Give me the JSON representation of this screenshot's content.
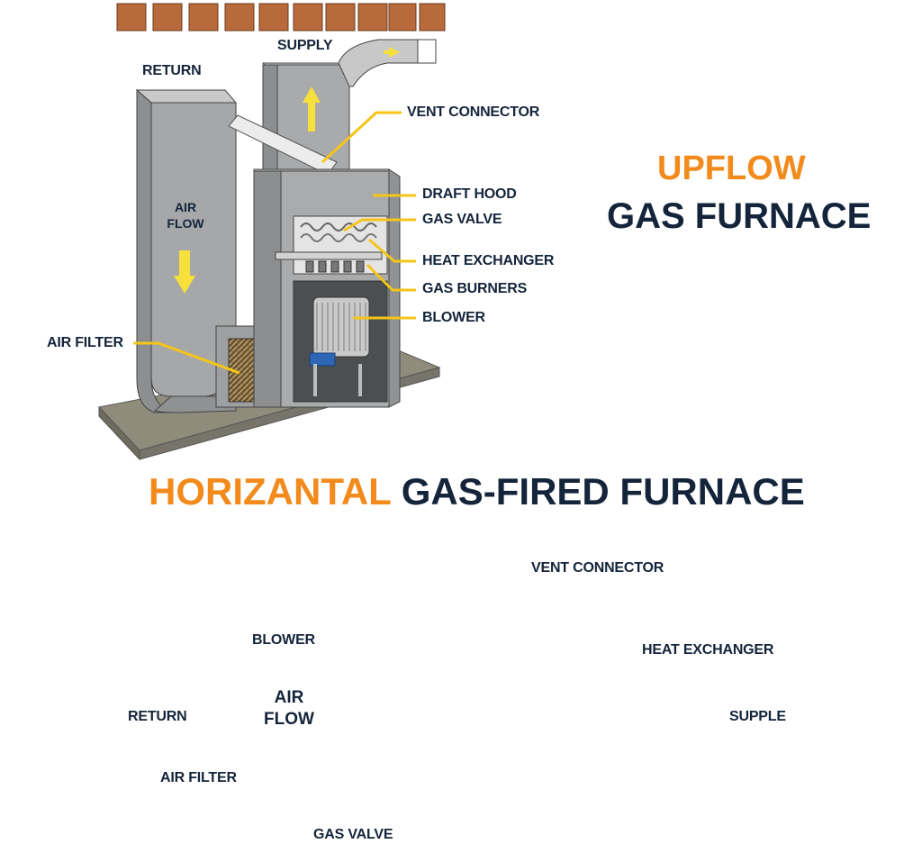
{
  "upflow": {
    "title_line1": "UPFLOW",
    "title_line2": "GAS FURNACE",
    "labels": {
      "supply": "SUPPLY",
      "return": "RETURN",
      "air_flow_1": "AIR",
      "air_flow_2": "FLOW",
      "vent_connector": "VENT CONNECTOR",
      "draft_hood": "DRAFT HOOD",
      "gas_valve": "GAS VALVE",
      "heat_exchanger": "HEAT EXCHANGER",
      "gas_burners": "GAS BURNERS",
      "blower": "BLOWER",
      "air_filter": "AIR FILTER"
    }
  },
  "horizontal": {
    "title_part1": "HORIZANTAL",
    "title_part2": "GAS-FIRED FURNACE",
    "labels": {
      "vent_connector": "VENT CONNECTOR",
      "blower": "BLOWER",
      "heat_exchanger": "HEAT EXCHANGER",
      "return": "RETURN",
      "air_flow_1": "AIR",
      "air_flow_2": "FLOW",
      "supple": "SUPPLE",
      "air_filter": "AIR FILTER",
      "gas_valve": "GAS VALVE"
    }
  },
  "colors": {
    "accent_orange": "#f28a1c",
    "navy": "#14243a",
    "leader_yellow": "#f5c518",
    "duct_gray": "#9a9c9e",
    "furnace_green": "#7e8c86",
    "joist_brown": "#a8592e"
  }
}
